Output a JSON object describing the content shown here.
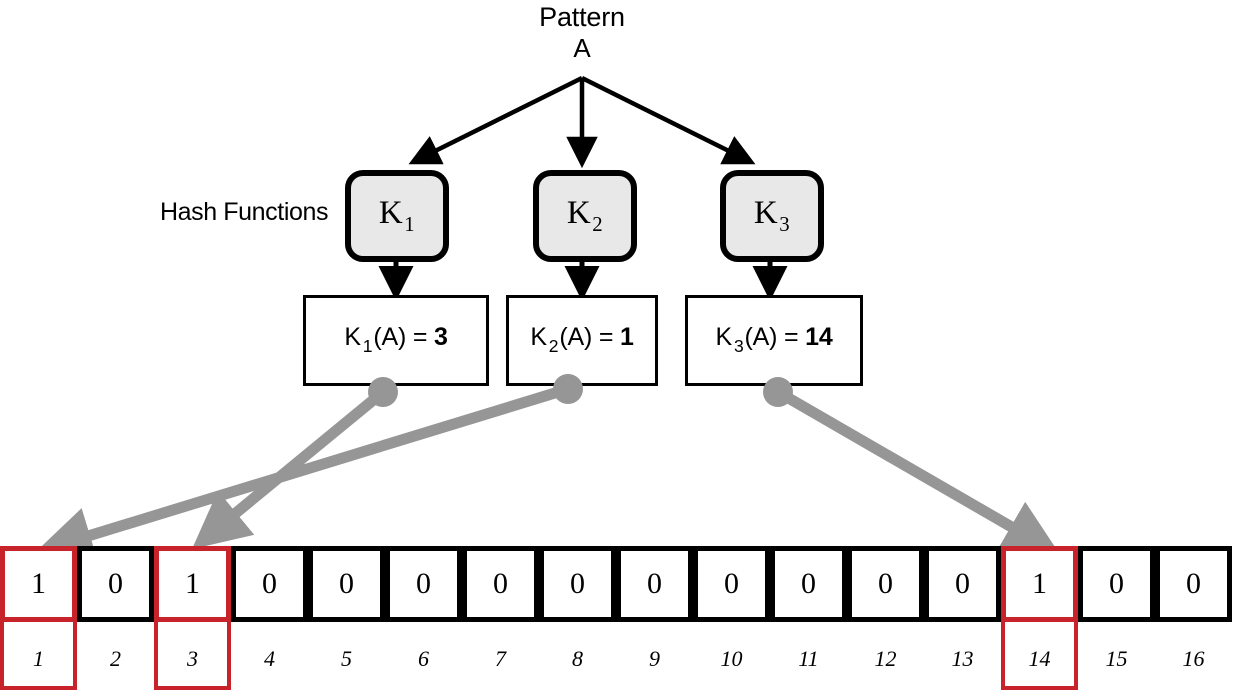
{
  "diagram": {
    "title_line1": "Pattern",
    "title_line2": "A",
    "hash_functions_label": "Hash Functions",
    "colors": {
      "highlight": "#c8232b",
      "arrow_grey": "#969696",
      "hash_box_fill": "#e8e8e8",
      "outline": "#000000"
    },
    "hash_boxes": [
      {
        "name": "K",
        "subscript": "1"
      },
      {
        "name": "K",
        "subscript": "2"
      },
      {
        "name": "K",
        "subscript": "3"
      }
    ],
    "results": [
      {
        "fn": "K",
        "subscript": "1",
        "arg": "(A) = ",
        "value": "3"
      },
      {
        "fn": "K",
        "subscript": "2",
        "arg": "(A) = ",
        "value": "1"
      },
      {
        "fn": "K",
        "subscript": "3",
        "arg": "(A) = ",
        "value": "14"
      }
    ],
    "bit_array": {
      "indices": [
        "1",
        "2",
        "3",
        "4",
        "5",
        "6",
        "7",
        "8",
        "9",
        "10",
        "11",
        "12",
        "13",
        "14",
        "15",
        "16"
      ],
      "bits": [
        "1",
        "0",
        "1",
        "0",
        "0",
        "0",
        "0",
        "0",
        "0",
        "0",
        "0",
        "0",
        "0",
        "1",
        "0",
        "0"
      ],
      "highlighted": [
        1,
        3,
        14
      ]
    },
    "mappings": [
      {
        "from": "K1",
        "to_index": 3
      },
      {
        "from": "K2",
        "to_index": 1
      },
      {
        "from": "K3",
        "to_index": 14
      }
    ]
  }
}
